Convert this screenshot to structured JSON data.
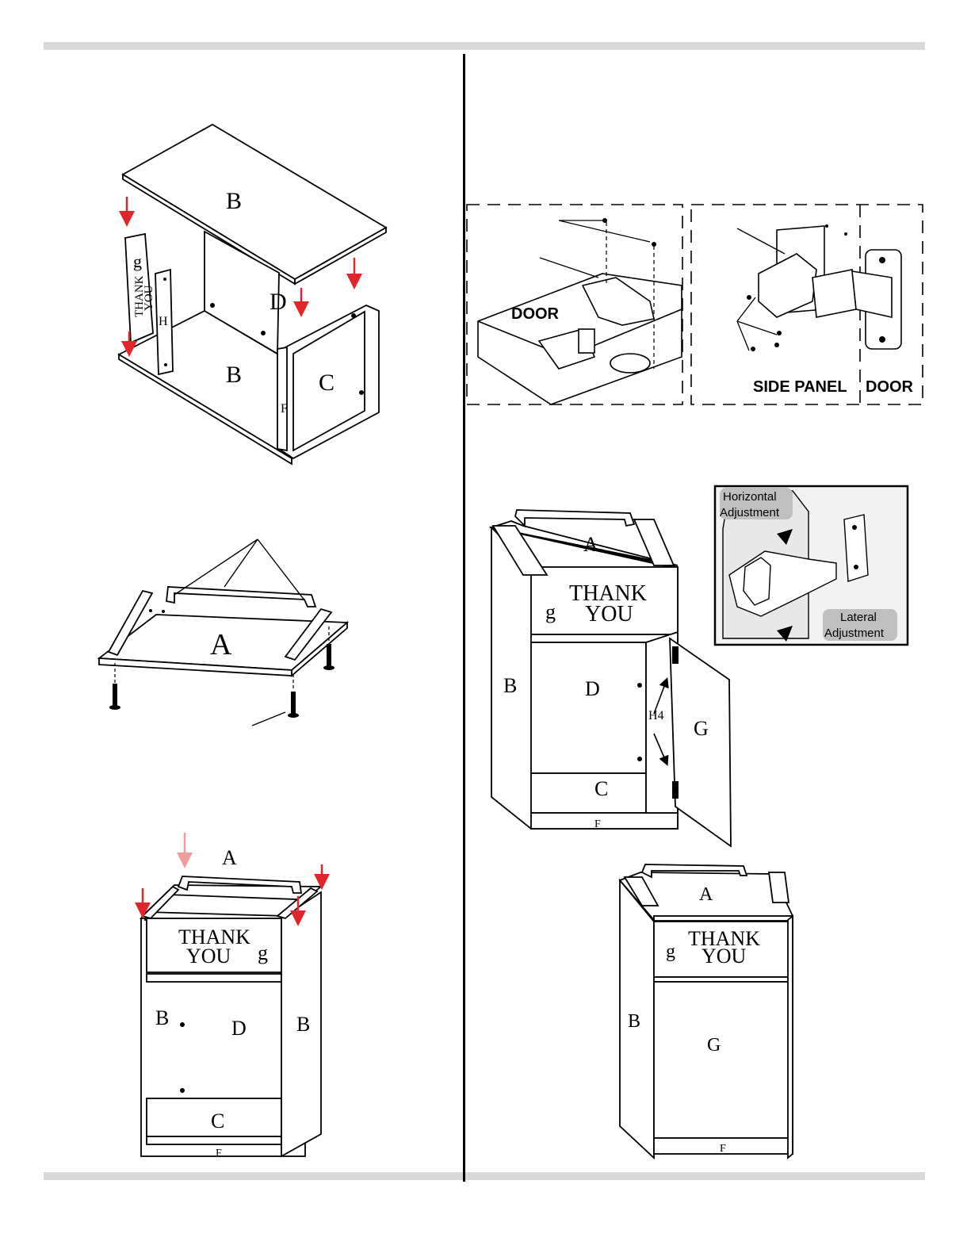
{
  "figure1": {
    "panel_top": "B",
    "panel_bottom": "B",
    "back": "D",
    "front": "C",
    "kick": "F",
    "strip": "H",
    "sign_line1": "THANK",
    "sign_line2": "YOU",
    "sign_logo": "g"
  },
  "figure2": {
    "panel": "A"
  },
  "figure3": {
    "top": "A",
    "sign_line1": "THANK",
    "sign_line2": "YOU",
    "sign_logo": "g",
    "left": "B",
    "right": "B",
    "back": "D",
    "bottom": "C",
    "kick": "F"
  },
  "hinge_detail": {
    "left_label": "DOOR",
    "side_panel_label": "SIDE PANEL",
    "door_label": "DOOR"
  },
  "figure5": {
    "top": "A",
    "sign_line1": "THANK",
    "sign_line2": "YOU",
    "sign_logo": "g",
    "side": "B",
    "back": "D",
    "hinge": "H4",
    "door": "G",
    "bottom": "C",
    "kick": "F",
    "inset_horizontal": "Horizontal Adjustment",
    "inset_h1": "Horizontal",
    "inset_h2": "Adjustment",
    "inset_l1": "Lateral",
    "inset_l2": "Adjustment"
  },
  "figure6": {
    "top": "A",
    "sign_line1": "THANK",
    "sign_line2": "YOU",
    "sign_logo": "g",
    "side": "B",
    "door": "G",
    "kick": "F"
  },
  "colors": {
    "arrow_red": "#e0262a",
    "arrow_pink": "#f29b9b",
    "bar_gray": "#d9d9d9",
    "inset_bg": "#f2f2f2",
    "callout_gray": "#bfbfbf"
  }
}
